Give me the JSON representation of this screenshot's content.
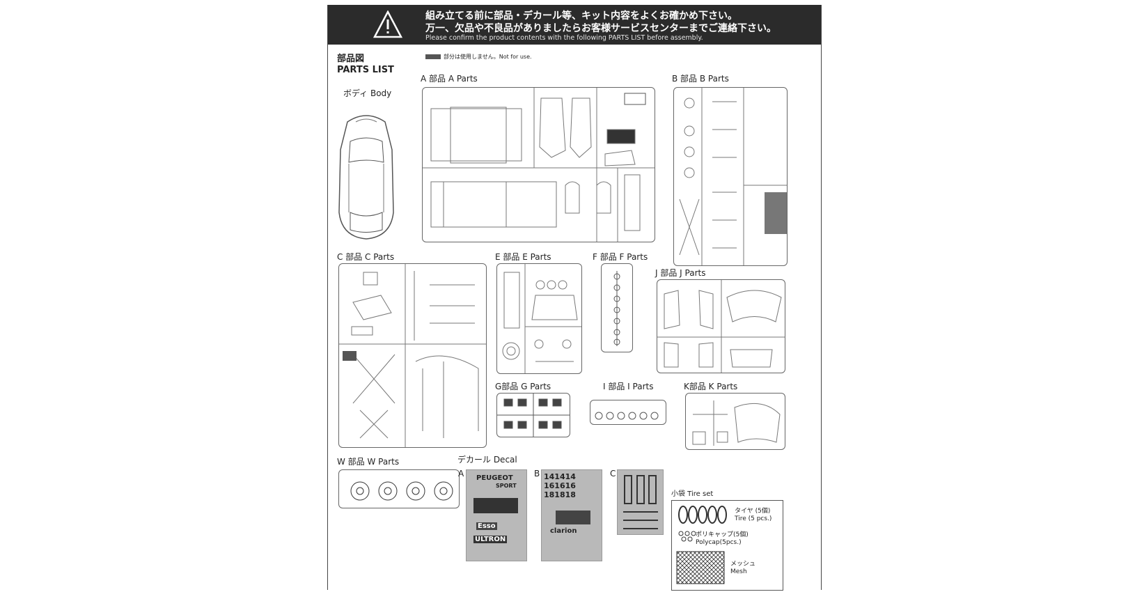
{
  "banner": {
    "line1": "組み立てる前に部品・デカール等、キット内容をよくお確かめ下さい。",
    "line2": "万一、欠品や不良品がありましたらお客様サービスセンターまでご連絡下さい。",
    "line3": "Please confirm the product contents with the following PARTS LIST before assembly."
  },
  "title": {
    "jp": "部品図",
    "en": "PARTS LIST"
  },
  "legend": "部分は使用しません。Not for use.",
  "labels": {
    "body": "ボディ  Body",
    "a": "A 部品 A Parts",
    "b": "B 部品 B Parts",
    "c": "C 部品 C Parts",
    "e": "E 部品 E Parts",
    "f": "F 部品 F Parts",
    "j": "J 部品 J Parts",
    "g": "G部品 G Parts",
    "i": "I 部品 I Parts",
    "k": "K部品 K Parts",
    "w": "W 部品 W Parts",
    "decal": "デカール  Decal",
    "decal_a": "A",
    "decal_b": "B",
    "decal_c": "C",
    "tireset": "小袋 Tire set"
  },
  "decal_a_text": {
    "brand": "PEUGEOT",
    "sub": "SPORT",
    "esso": "Esso",
    "ultron": "ULTRON"
  },
  "decal_b_text": {
    "row1": "141414",
    "row2": "161616",
    "row3": "181818",
    "sponsor": "clarion"
  },
  "tire_set": {
    "tire_jp": "タイヤ (5個)",
    "tire_en": "Tire (5 pcs.)",
    "poly_jp": "ポリキャップ(5個)",
    "poly_en": "Polycap(5pcs.)",
    "mesh_jp": "メッシュ",
    "mesh_en": "Mesh"
  }
}
